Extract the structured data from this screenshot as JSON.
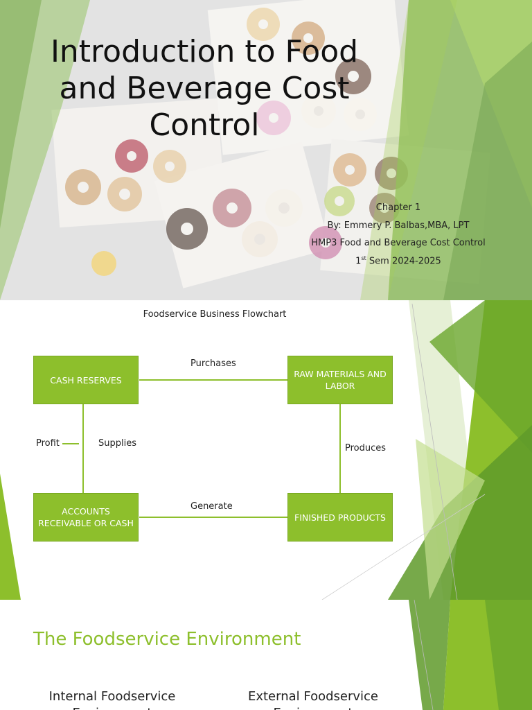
{
  "slide1": {
    "title": "Introduction to Food and Beverage Cost Control",
    "chapter": "Chapter 1",
    "author": "By: Emmery P. Balbas,MBA, LPT",
    "course": "HMP3 Food and Beverage Cost Control",
    "sem_num": "1",
    "sem_sup": "st",
    "sem_rest": " Sem 2024-2025"
  },
  "slide2": {
    "title": "Foodservice Business Flowchart",
    "boxes": {
      "cash_reserves": "CASH RESERVES",
      "raw_materials": "RAW MATERIALS AND LABOR",
      "accounts": "ACCOUNTS RECEIVABLE OR CASH",
      "finished": "FINISHED PRODUCTS"
    },
    "edges": {
      "purchases": "Purchases",
      "produces": "Produces",
      "generate": "Generate",
      "profit": "Profit",
      "supplies": "Supplies"
    }
  },
  "slide3": {
    "heading": "The Foodservice Environment",
    "internal": "Internal Foodservice Environment",
    "external": "External Foodservice Environment"
  },
  "colors": {
    "accent": "#8dbf2c",
    "accent_dark": "#5f9a2a"
  }
}
